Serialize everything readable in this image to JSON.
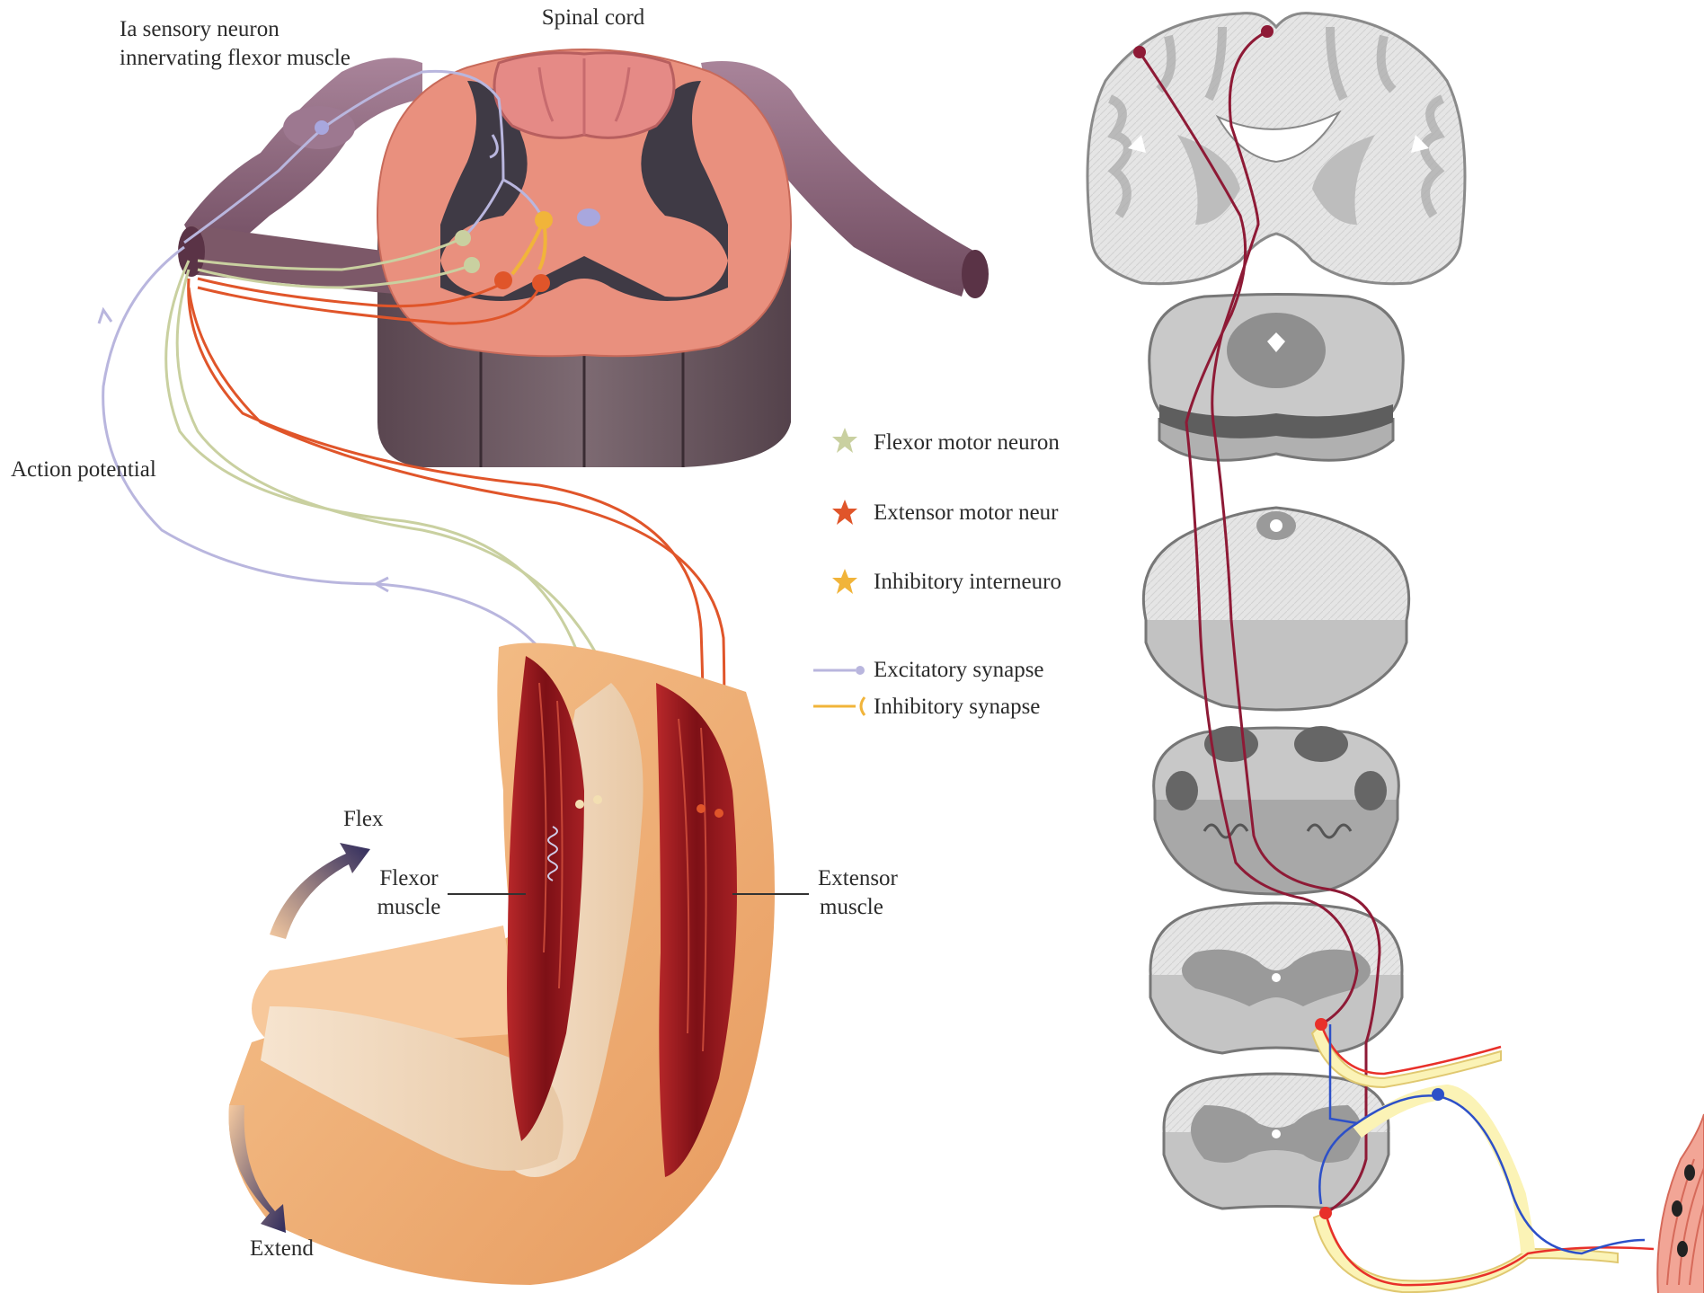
{
  "labels": {
    "spinal_cord": "Spinal cord",
    "sensory_neuron_line1": "Ia sensory neuron",
    "sensory_neuron_line2": "innervating flexor muscle",
    "action_potential": "Action potential",
    "flex": "Flex",
    "extend": "Extend",
    "flexor_muscle_line1": "Flexor",
    "flexor_muscle_line2": "muscle",
    "extensor_muscle_line1": "Extensor",
    "extensor_muscle_line2": "muscle"
  },
  "legend": {
    "flexor_motor": "Flexor motor neuron",
    "extensor_motor": "Extensor motor neur",
    "inhibitory_inter": "Inhibitory interneuro",
    "excitatory_synapse": "Excitatory synapse",
    "inhibitory_synapse": "Inhibitory synapse"
  },
  "colors": {
    "sensory": "#b9b6de",
    "flexor_motor": "#c9d0a0",
    "extensor_motor": "#e0552a",
    "interneuron": "#f1b43a",
    "cord_outer": "#e9907e",
    "cord_gray": "#3f3a45",
    "nerve": "#8c6478",
    "muscle": "#8e1b1f",
    "skin": "#f2b57a",
    "tract": "#8e1a36",
    "afferent_blue": "#2d50c8",
    "efferent_red": "#e8302a",
    "nerve_sheath": "#fbf3b6"
  }
}
